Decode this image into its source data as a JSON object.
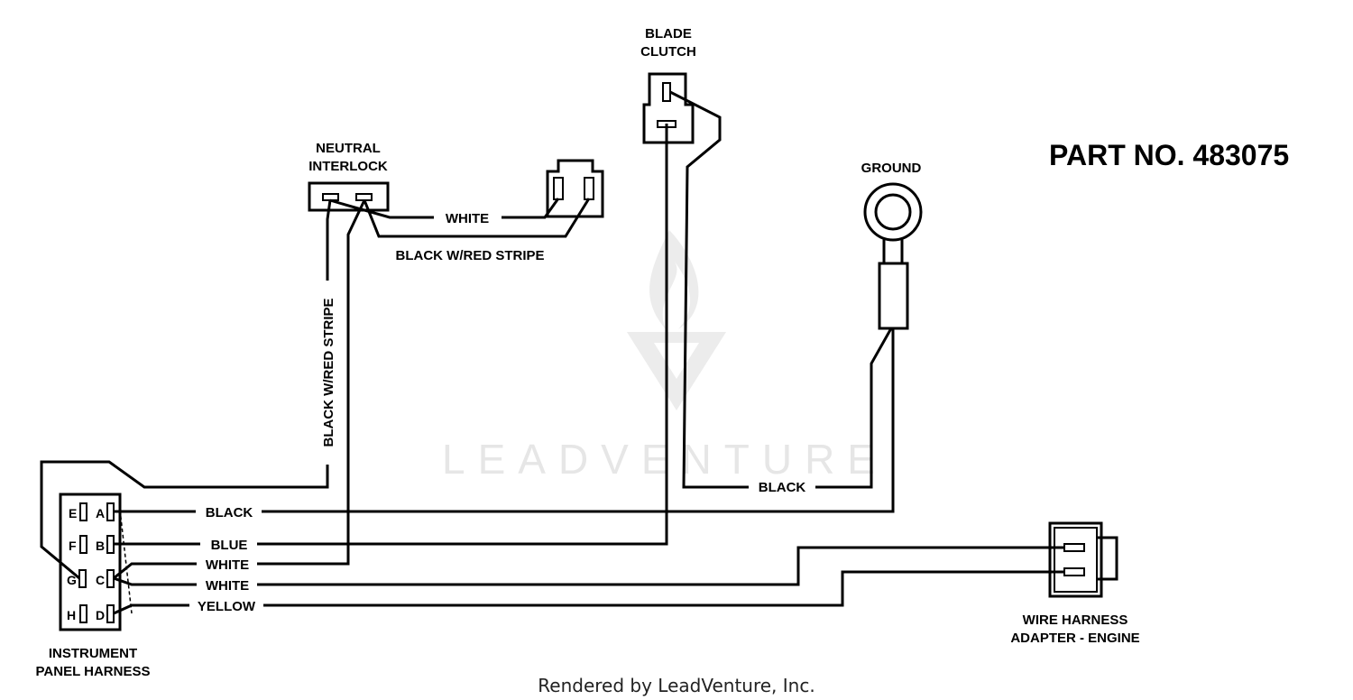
{
  "part_number": "PART NO. 483075",
  "components": {
    "blade_clutch": [
      "BLADE",
      "CLUTCH"
    ],
    "neutral_interlock": [
      "NEUTRAL",
      "INTERLOCK"
    ],
    "ground": "GROUND",
    "instrument_panel_harness": [
      "INSTRUMENT",
      "PANEL HARNESS"
    ],
    "wire_harness_adapter": [
      "WIRE HARNESS",
      "ADAPTER - ENGINE"
    ]
  },
  "connector_pins": [
    "E",
    "A",
    "F",
    "B",
    "G",
    "C",
    "H",
    "D"
  ],
  "wires": {
    "white_top": "WHITE",
    "black_red_horizontal": "BLACK W/RED STRIPE",
    "black_red_vertical": "BLACK W/RED STRIPE",
    "black_ground": "BLACK",
    "black_a": "BLACK",
    "blue_b": "BLUE",
    "white_c1": "WHITE",
    "white_c2": "WHITE",
    "yellow_d": "YELLOW"
  },
  "watermark": "LEADVENTURE",
  "footer": "Rendered by LeadVenture, Inc."
}
